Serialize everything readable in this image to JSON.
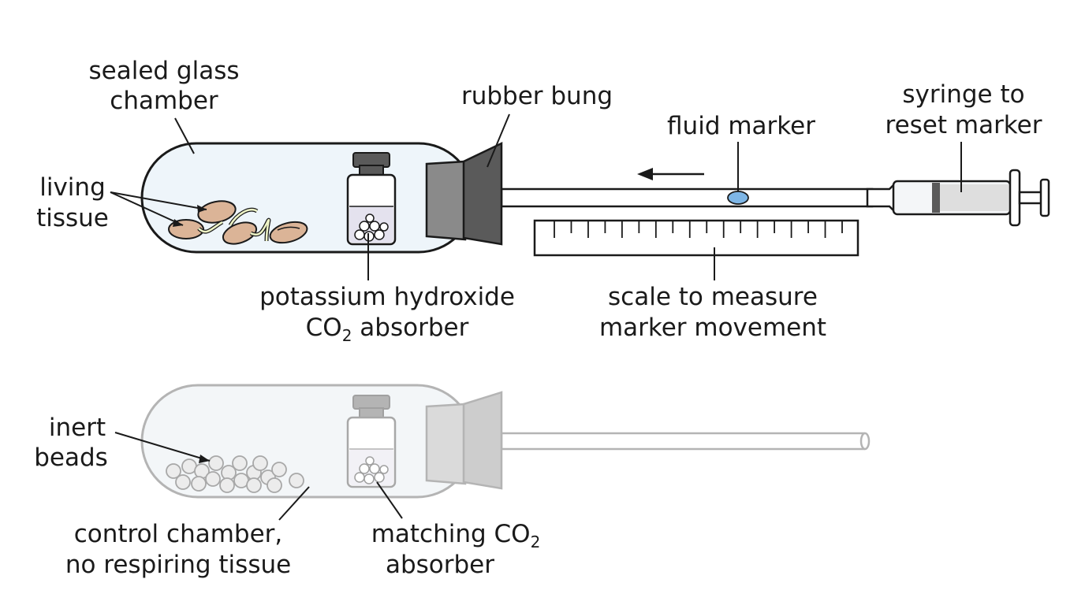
{
  "labels": {
    "sealed_glass_chamber": [
      "sealed glass",
      "chamber"
    ],
    "living_tissue": [
      "living",
      "tissue"
    ],
    "rubber_bung": "rubber bung",
    "fluid_marker": "fluid marker",
    "syringe": [
      "syringe to",
      "reset marker"
    ],
    "koh_absorber": {
      "line1": "potassium hydroxide",
      "co": "CO",
      "sub": "2",
      "rest": " absorber"
    },
    "scale": [
      "scale to measure",
      "marker movement"
    ],
    "inert_beads": [
      "inert",
      "beads"
    ],
    "control_chamber": [
      "control chamber,",
      "no respiring tissue"
    ],
    "matching_absorber": {
      "pre": "matching CO",
      "sub": "2",
      "line2": "absorber"
    }
  },
  "colors": {
    "outline": "#1a1a1a",
    "glass_fill": "#eef5fa",
    "seed_fill": "#dbb497",
    "sprout": "#eef4c6",
    "bung_dark": "#5a5a5a",
    "bung_light": "#8a8a8a",
    "fluid_marker": "#7eb6e6",
    "control_outline": "#b4b4b4",
    "control_fill": "#f3f6f8"
  },
  "arrow_direction": "left"
}
